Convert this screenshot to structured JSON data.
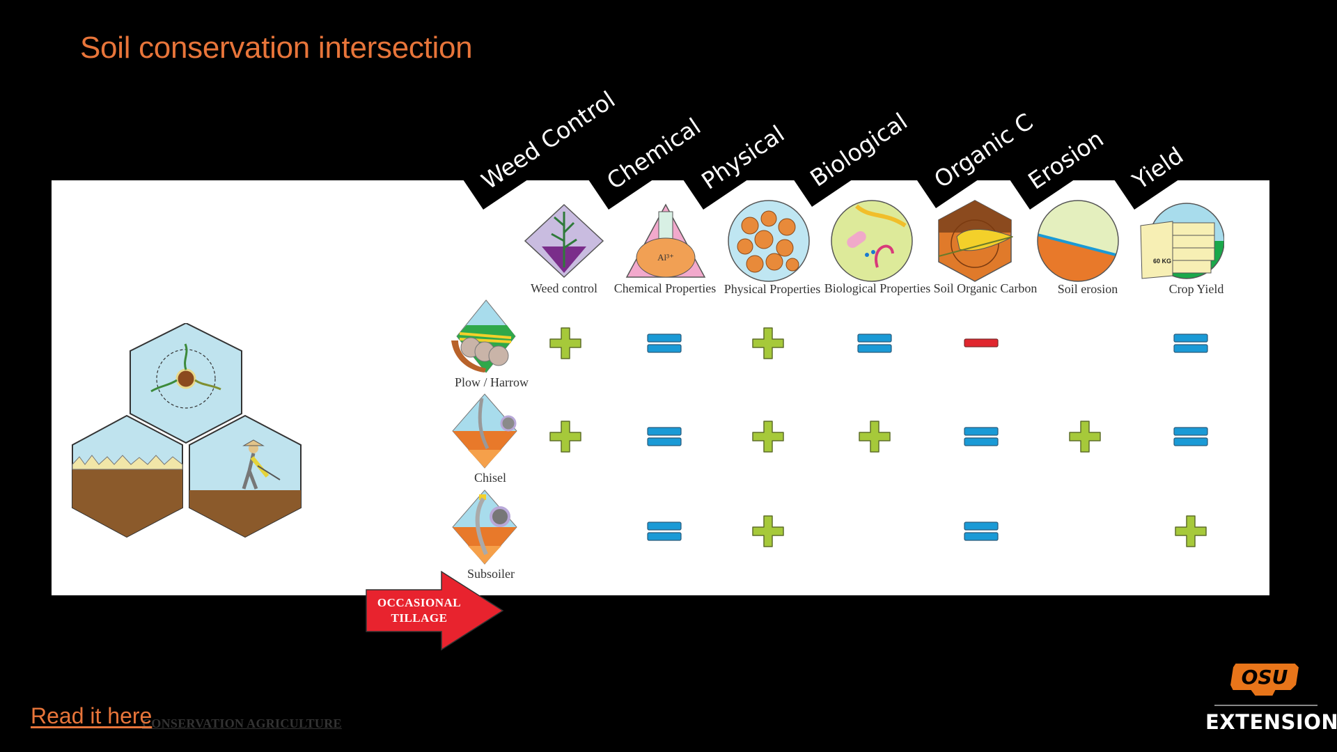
{
  "slide": {
    "title": "Soil conservation intersection",
    "link_text": "Read it here"
  },
  "figure": {
    "conservation_label": "CONSERVATION AGRICULTURE",
    "arrow_label_line1": "OCCASIONAL",
    "arrow_label_line2": "TILLAGE",
    "columns": [
      {
        "tag": "Weed Control",
        "caption": "Weed control",
        "icon": "weed-plant-icon"
      },
      {
        "tag": "Chemical",
        "caption": "Chemical Properties",
        "icon": "chemistry-flask-icon"
      },
      {
        "tag": "Physical",
        "caption": "Physical Properties",
        "icon": "soil-aggregate-icon"
      },
      {
        "tag": "Biological",
        "caption": "Biological Properties",
        "icon": "soil-microbes-icon"
      },
      {
        "tag": "Organic C",
        "caption": "Soil Organic Carbon",
        "icon": "leaf-carbon-icon"
      },
      {
        "tag": "Erosion",
        "caption": "Soil erosion",
        "icon": "soil-erosion-icon"
      },
      {
        "tag": "Yield",
        "caption": "Crop Yield",
        "icon": "grain-sacks-icon"
      }
    ],
    "yield_sack_label": "60 KG",
    "rows": [
      {
        "label": "Plow / Harrow",
        "icon": "plow-harrow-icon",
        "effects": [
          "+",
          "=",
          "+",
          "=",
          "-",
          "",
          "="
        ]
      },
      {
        "label": "Chisel",
        "icon": "chisel-icon",
        "effects": [
          "+",
          "=",
          "+",
          "+",
          "=",
          "+",
          "="
        ]
      },
      {
        "label": "Subsoiler",
        "icon": "subsoiler-icon",
        "effects": [
          "",
          "=",
          "+",
          "",
          "=",
          "",
          "+"
        ]
      }
    ],
    "legend_colors": {
      "increase": "#A6C93A",
      "no_change": "#1A9AD6",
      "decrease": "#E0262E"
    }
  },
  "branding": {
    "logo_text": "OSU",
    "unit": "EXTENSION"
  },
  "colors": {
    "accent": "#E8753A",
    "background": "#000000"
  }
}
